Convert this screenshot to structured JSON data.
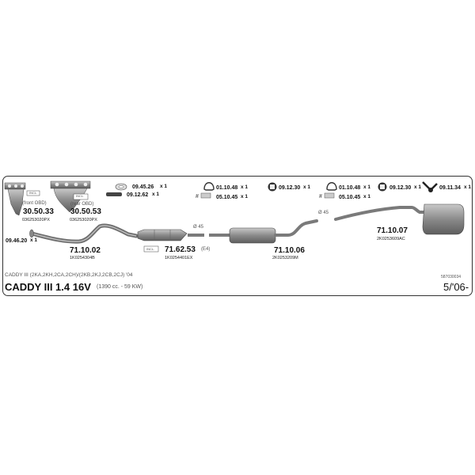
{
  "parts": {
    "manifold_front": {
      "number": "30.50.33",
      "note": "(front OBD)",
      "oem": "036253020PX",
      "tag": "INCL."
    },
    "manifold_rear": {
      "number": "30.50.53",
      "note": "(rear OBD)",
      "oem": "036253020PX",
      "tag": "INCL."
    },
    "front_pipe": {
      "number": "71.10.02",
      "oem": "1K0254304B"
    },
    "catalyst": {
      "number": "71.62.53",
      "oem": "1K0254401EX",
      "tag": "INCL.",
      "norm": "(E4)"
    },
    "middle_silencer": {
      "number": "71.10.06",
      "oem": "2K0253209M"
    },
    "rear_silencer": {
      "number": "71.10.07",
      "oem": "2K0253609AC"
    }
  },
  "accessories": {
    "gasket_1": {
      "number": "09.45.26",
      "qty": "x 1"
    },
    "mount_1": {
      "number": "09.12.62",
      "qty": "x 1"
    },
    "gasket_manifold": {
      "number": "09.46.20",
      "qty": "x 1"
    },
    "clamp_1": {
      "number": "01.10.48",
      "qty": "x 1"
    },
    "ring_1": {
      "number": "05.10.45",
      "qty": "x 1"
    },
    "hanger_1": {
      "number": "09.12.30",
      "qty": "x 1"
    },
    "clamp_2": {
      "number": "01.10.48",
      "qty": "x 1"
    },
    "ring_2": {
      "number": "05.10.45",
      "qty": "x 1"
    },
    "hanger_2": {
      "number": "09.12.30",
      "qty": "x 1"
    },
    "hanger_3": {
      "number": "09.11.34",
      "qty": "x 1"
    }
  },
  "diameters": {
    "d1": "Ø 45",
    "d2": "Ø 45"
  },
  "vehicle": {
    "types": "CADDY III (2KA,2KH,2CA,2CH)/(2KB,2KJ,2CB,2CJ) '04",
    "code": "587030034",
    "name": "CADDY III 1.4 16V",
    "engine": "(1390 cc. - 59 KW)",
    "date": "5/'06-"
  },
  "colors": {
    "frame": "#333333",
    "part_fill": "#8f8f8f",
    "part_dark": "#555555"
  }
}
